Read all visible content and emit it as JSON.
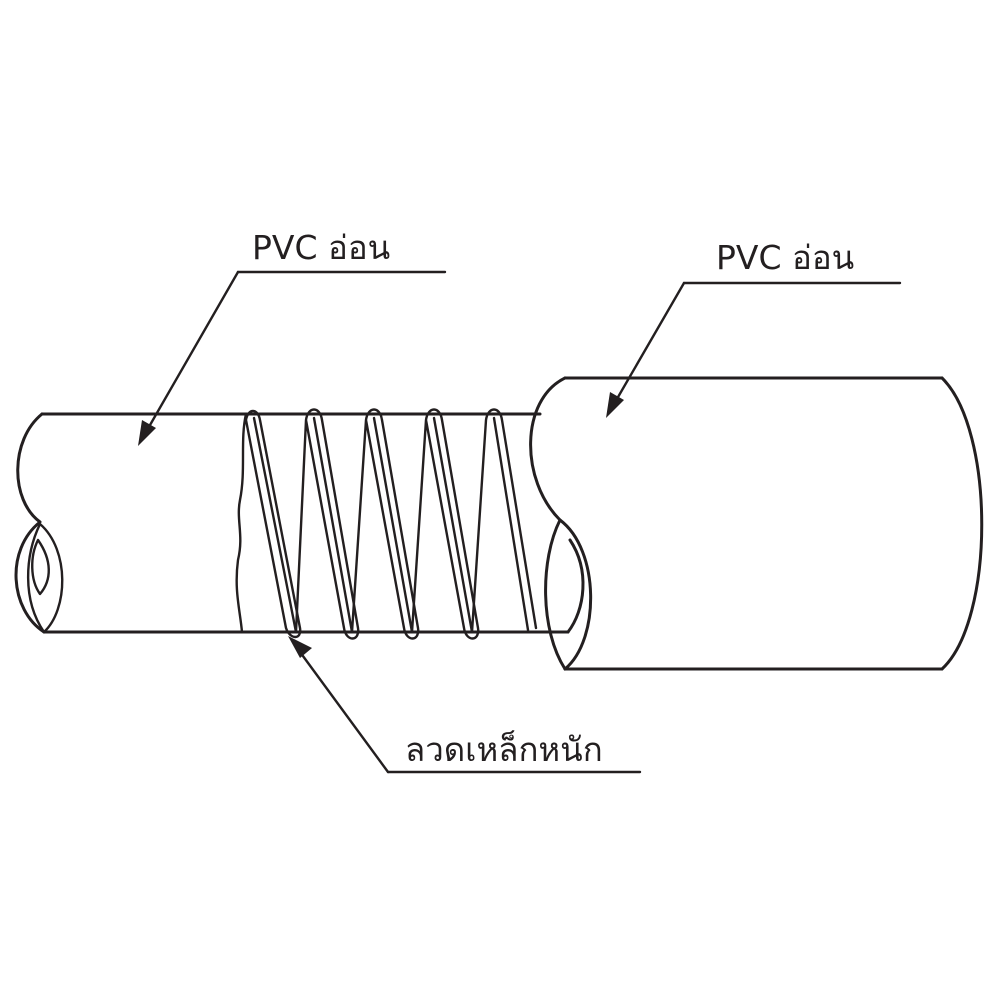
{
  "labels": {
    "outer_layer_left": "PVC อ่อน",
    "outer_layer_right": "PVC อ่อน",
    "reinforcement_wire": "ลวดเหล็กหนัก"
  },
  "colors": {
    "line": "#231f20",
    "background": "#ffffff"
  }
}
